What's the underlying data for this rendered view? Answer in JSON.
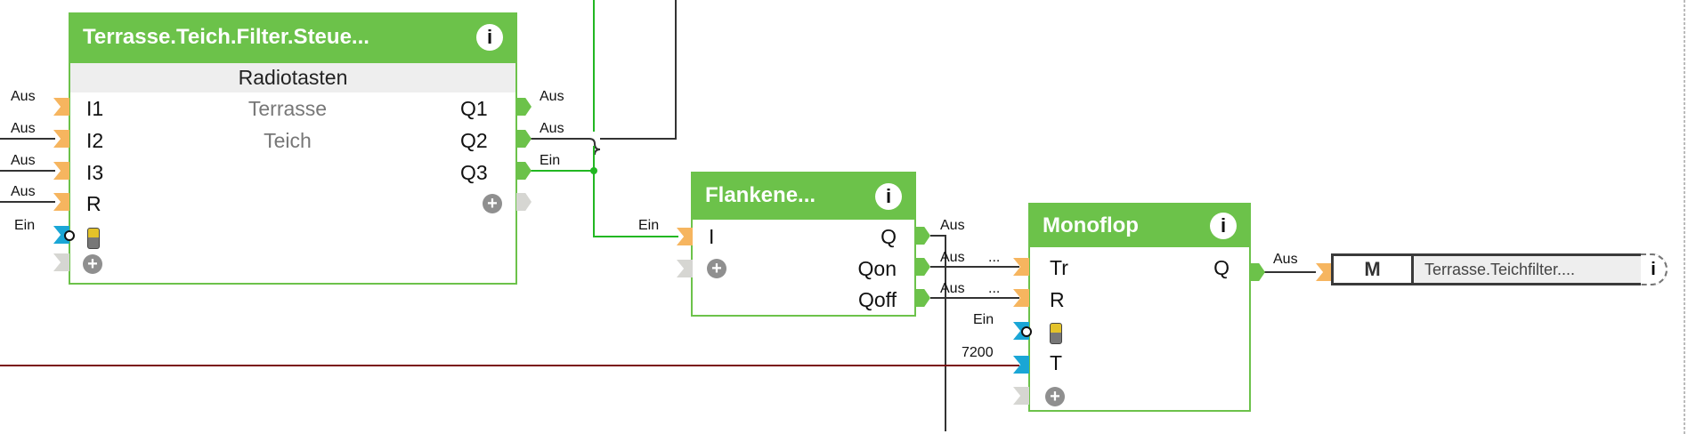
{
  "block1": {
    "title": "Terrasse.Teich.Filter.Steue...",
    "subtitle": "Radiotasten",
    "inputs": [
      "I1",
      "I2",
      "I3",
      "R"
    ],
    "input_values": [
      "Aus",
      "Aus",
      "Aus",
      "Aus",
      "Ein"
    ],
    "descriptions": [
      "Terrasse",
      "Teich"
    ],
    "outputs": [
      "Q1",
      "Q2",
      "Q3"
    ],
    "output_values": [
      "Aus",
      "Aus",
      "Ein"
    ]
  },
  "block2": {
    "title": "Flankene...",
    "input": "I",
    "input_value": "Ein",
    "outputs": [
      "Q",
      "Qon",
      "Qoff"
    ],
    "output_values": [
      "Aus",
      "Aus",
      "Aus"
    ]
  },
  "block3": {
    "title": "Monoflop",
    "inputs": [
      "Tr",
      "R",
      "T"
    ],
    "input_values": [
      "...",
      "...",
      "Ein",
      "7200"
    ],
    "output": "Q",
    "output_value": "Aus"
  },
  "memory": {
    "type": "M",
    "name": "Terrasse.Teichfilter...."
  },
  "info_glyph": "i",
  "plus_glyph": "+",
  "colors": {
    "block_green": "#6cc24a",
    "wire_green": "#22b722",
    "wire_dark": "#333333",
    "wire_red": "#7a1010",
    "port_orange": "#f6b55f",
    "port_blue": "#1aa6d6"
  }
}
